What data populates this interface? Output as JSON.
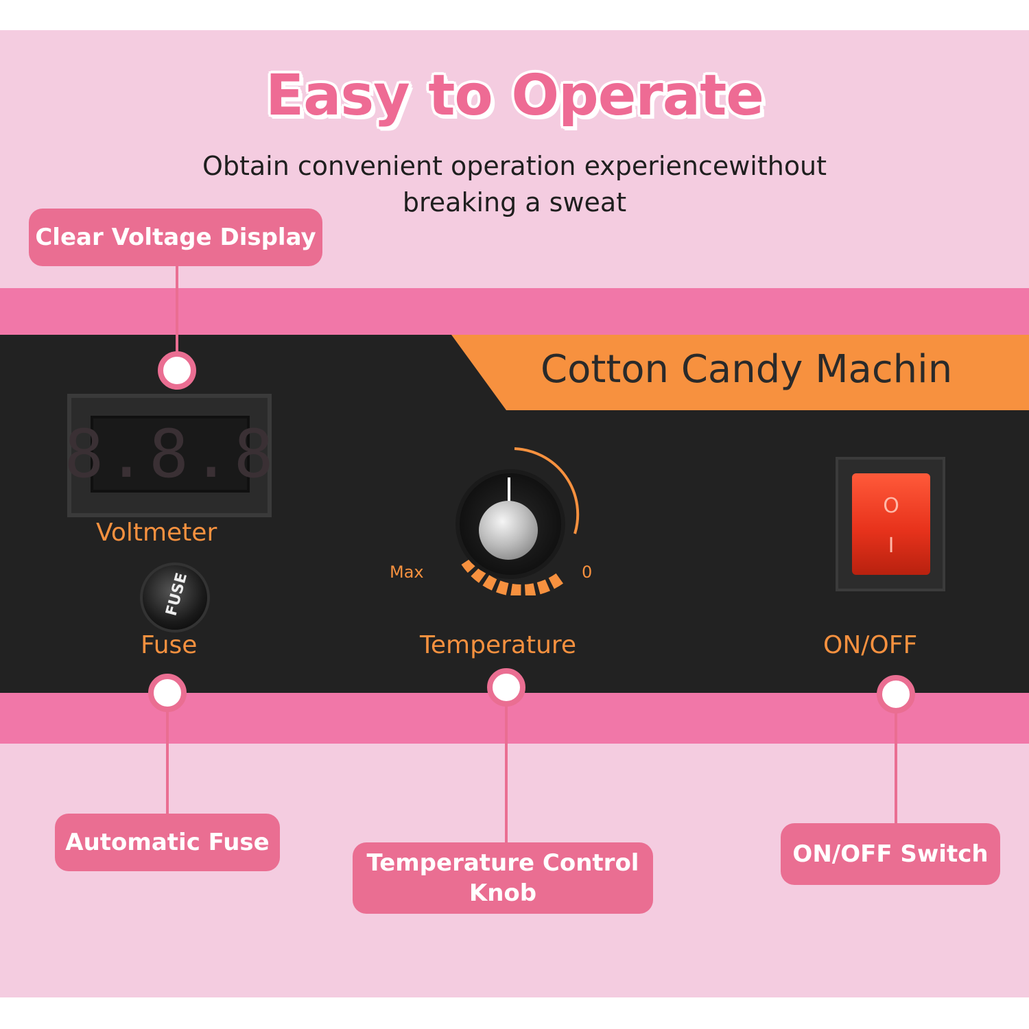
{
  "header": {
    "title": "Easy to Operate",
    "subtitle_line1": "Obtain convenient operation experiencewithout",
    "subtitle_line2": "breaking a sweat"
  },
  "panel": {
    "brand_label": "Cotton Candy Machin",
    "voltmeter_label": "Voltmeter",
    "voltmeter_display": "8.8.8",
    "fuse_label": "Fuse",
    "fuse_cap_text": "FUSE",
    "temperature_label": "Temperature",
    "temp_min_label": "Max",
    "temp_zero_label": "0",
    "onoff_label": "ON/OFF",
    "switch_o": "O",
    "switch_i": "I"
  },
  "callouts": {
    "voltage": "Clear Voltage Display",
    "fuse": "Automatic Fuse",
    "temperature_line1": "Temperature Control",
    "temperature_line2": "Knob",
    "switch": "ON/OFF Switch"
  },
  "colors": {
    "background": "#f4cce0",
    "accent_pink": "#ea6e92",
    "band_pink": "#f177a8",
    "panel_black": "#222222",
    "panel_orange": "#f7913f",
    "title_pink": "#ee6b94"
  }
}
